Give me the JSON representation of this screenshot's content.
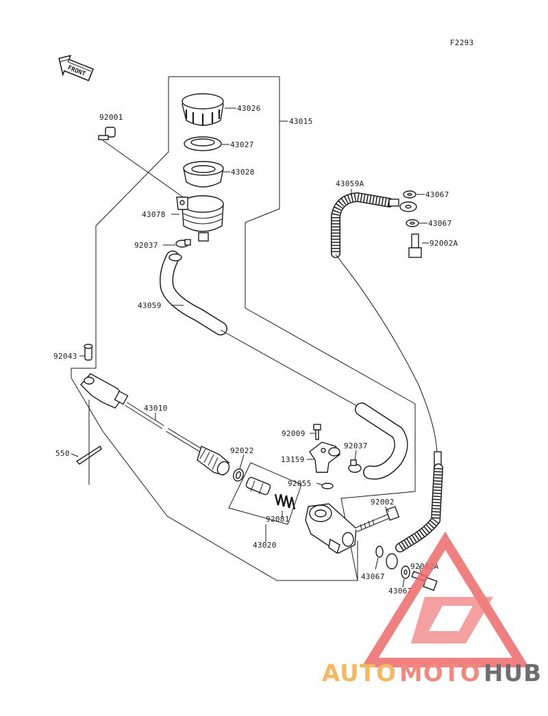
{
  "figure_code": "F2293",
  "front_arrow": "FRONT",
  "parts": {
    "p43026": "43026",
    "p43015": "43015",
    "p43027": "43027",
    "p43028": "43028",
    "p92001": "92001",
    "p43078": "43078",
    "p92037a": "92037",
    "p43059": "43059",
    "p43059a": "43059A",
    "p43067a": "43067",
    "p43067b": "43067",
    "p92002a1": "92002A",
    "p92043": "92043",
    "p43010": "43010",
    "p550": "550",
    "p92022": "92022",
    "p92009": "92009",
    "p92037b": "92037",
    "p13159": "13159",
    "p92055": "92055",
    "p92002": "92002",
    "p92081": "92081",
    "p43020": "43020",
    "p43067c": "43067",
    "p92002a2": "92002A",
    "p43067d": "43067"
  },
  "watermark": {
    "auto": "AUTO",
    "moto": "MOTO",
    "hub": "HUB",
    "colors": {
      "auto": "#f4b860",
      "moto": "#f08a80",
      "hub": "#6e6e6e",
      "logo": "#ee6b6b"
    }
  }
}
